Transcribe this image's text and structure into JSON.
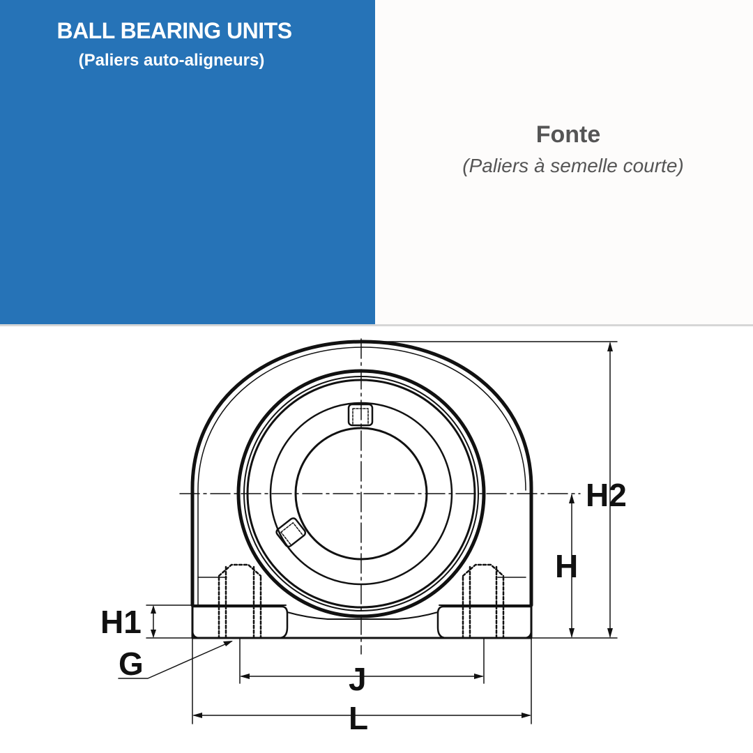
{
  "header": {
    "title": "BALL BEARING UNITS",
    "subtitle": "(Paliers auto-aligneurs)"
  },
  "material": {
    "title": "Fonte",
    "subtitle": "(Paliers à semelle courte)"
  },
  "drawing": {
    "labels": {
      "h2": "H2",
      "h": "H",
      "h1": "H1",
      "g": "G",
      "j": "J",
      "l": "L"
    }
  },
  "colors": {
    "header_bg": "#2673b7",
    "panel_bg": "#fdfcfb",
    "line": "#111111"
  }
}
